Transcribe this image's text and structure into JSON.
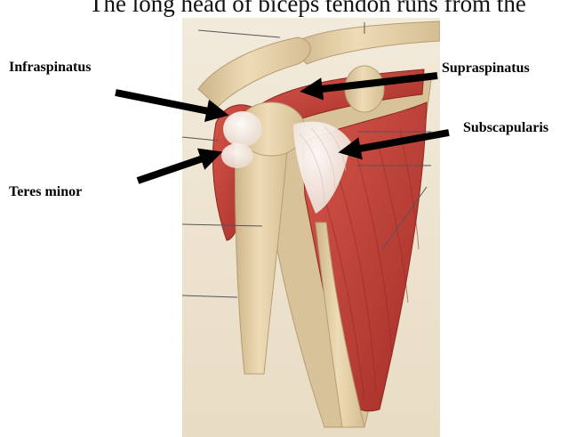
{
  "header_text": "The long head of biceps tendon runs from the",
  "labels": {
    "infraspinatus": "Infraspinatus",
    "supraspinatus": "Supraspinatus",
    "subscapularis": "Subscapularis",
    "teres_minor": "Teres minor"
  },
  "colors": {
    "muscle": "#c8443a",
    "muscle_dark": "#a8302a",
    "bone": "#e9d6ad",
    "bone_shadow": "#cbb287",
    "tendon": "#f3ece2",
    "paper": "#efe6d3",
    "arrow": "#000000"
  }
}
